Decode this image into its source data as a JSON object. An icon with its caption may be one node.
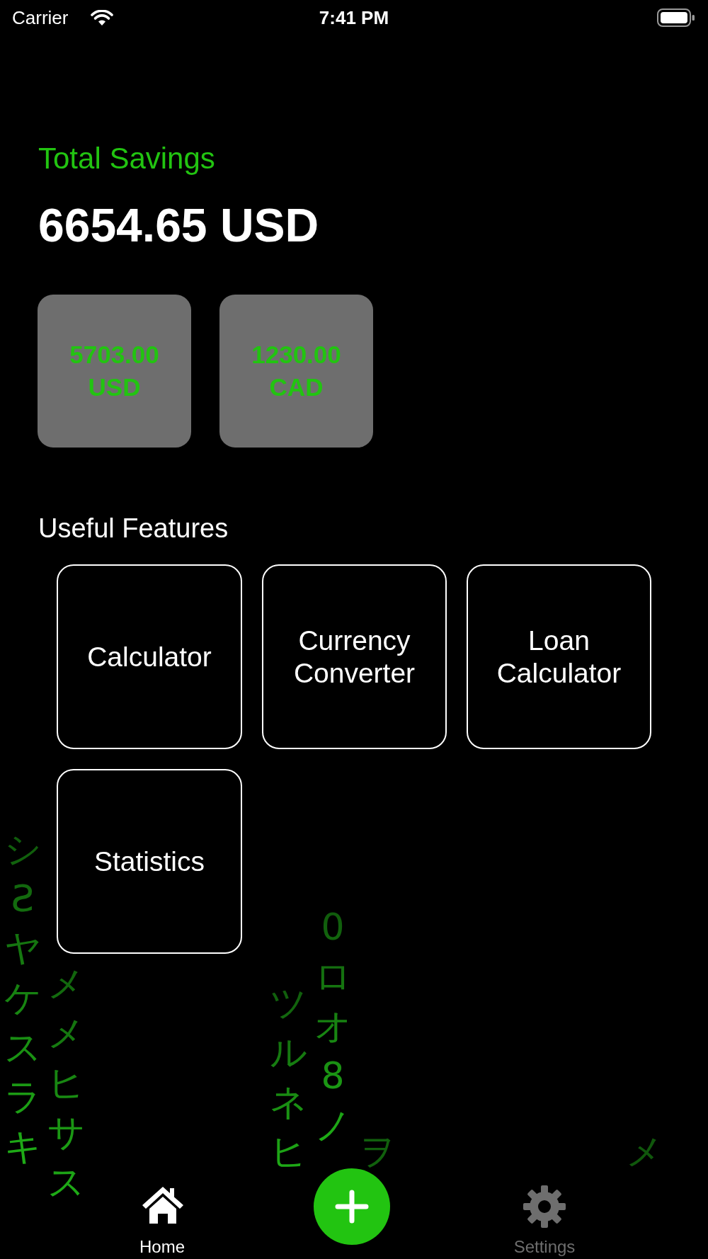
{
  "diagram": {
    "nodes": [
      {
        "text": [
          "5703.00 USD"
        ]
      },
      {
        "text": [
          "1230.00 CAD"
        ]
      },
      {
        "text": [
          "Calculator"
        ]
      },
      {
        "text": [
          "Currency Converter"
        ]
      },
      {
        "text": [
          "Loan Calculator"
        ]
      },
      {
        "text": [
          "Statistics"
        ]
      }
    ],
    "labels": [
      "Carrier",
      "7:41 PM",
      "Total Savings",
      "6654.65 USD",
      "Useful Features",
      "シƧヤケスラキ",
      "メメヒサス",
      "ツルネヒ",
      "0ロオ8ノ",
      "ヲ",
      "メ",
      "Home",
      "Settings"
    ]
  }
}
